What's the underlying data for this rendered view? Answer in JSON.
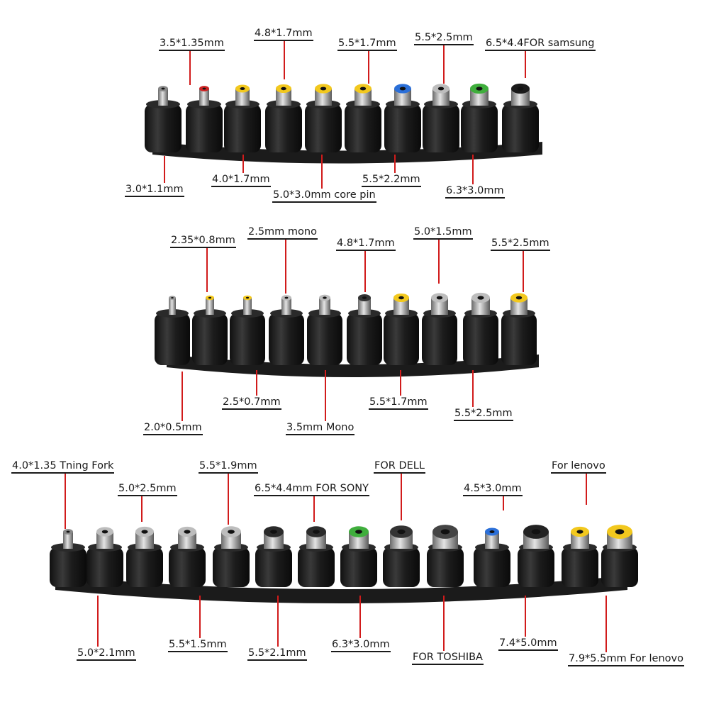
{
  "colors": {
    "leader": "#d11b1b",
    "connector_body": "#222222",
    "text": "#1a1a1a",
    "yellow_tip": "#f2c81e",
    "blue_tip": "#2b6fd8",
    "green_tip": "#3fae3c",
    "red_tip": "#cc2222"
  },
  "labels": {
    "r1_35x135": "3.5*1.35mm",
    "r1_48x17": "4.8*1.7mm",
    "r1_55x17": "5.5*1.7mm",
    "r1_55x25": "5.5*2.5mm",
    "r1_65x44": "6.5*4.4FOR samsung",
    "r1_30x11": "3.0*1.1mm",
    "r1_40x17": "4.0*1.7mm",
    "r1_50x30": "5.0*3.0mm core pin",
    "r1_55x22": "5.5*2.2mm",
    "r1_63x30": "6.3*3.0mm",
    "r2_235x08": "2.35*0.8mm",
    "r2_25mono": "2.5mm mono",
    "r2_48x17": "4.8*1.7mm",
    "r2_50x15": "5.0*1.5mm",
    "r2_55x25": "5.5*2.5mm",
    "r2_20x05": "2.0*0.5mm",
    "r2_25x07": "2.5*0.7mm",
    "r2_35mono": "3.5mm Mono",
    "r2_55x17": "5.5*1.7mm",
    "r2_55x25b": "5.5*2.5mm",
    "r3_40x135": "4.0*1.35 Tning Fork",
    "r3_50x25": "5.0*2.5mm",
    "r3_55x19": "5.5*1.9mm",
    "r3_65x44": "6.5*4.4mm FOR SONY",
    "r3_dell": "FOR DELL",
    "r3_45x30": "4.5*3.0mm",
    "r3_lenovo": "For lenovo",
    "r3_50x21": "5.0*2.1mm",
    "r3_55x15": "5.5*1.5mm",
    "r3_55x21": "5.5*2.1mm",
    "r3_63x30": "6.3*3.0mm",
    "r3_toshiba": "FOR TOSHIBA",
    "r3_74x50": "7.4*5.0mm",
    "r3_79x55": "7.9*5.5mm For lenovo"
  }
}
